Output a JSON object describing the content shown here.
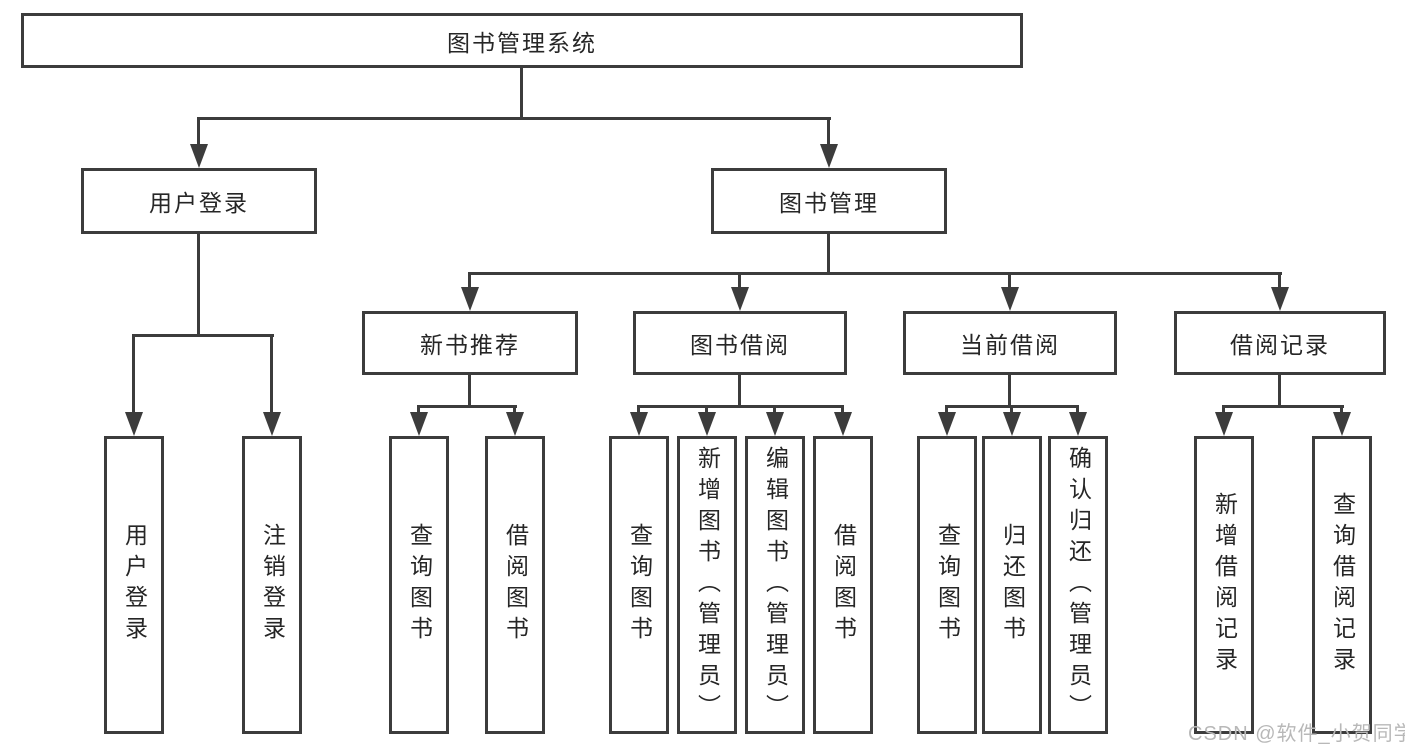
{
  "tree": {
    "root": "图书管理系统",
    "branches": [
      {
        "label": "用户登录",
        "leaves": [
          "用户登录",
          "注销登录"
        ]
      },
      {
        "label": "图书管理",
        "sections": [
          {
            "label": "新书推荐",
            "leaves": [
              "查询图书",
              "借阅图书"
            ]
          },
          {
            "label": "图书借阅",
            "leaves": [
              "查询图书",
              "新增图书（管理员）",
              "编辑图书（管理员）",
              "借阅图书"
            ]
          },
          {
            "label": "当前借阅",
            "leaves": [
              "查询图书",
              "归还图书",
              "确认归还（管理员）"
            ]
          },
          {
            "label": "借阅记录",
            "leaves": [
              "新增借阅记录",
              "查询借阅记录"
            ]
          }
        ]
      }
    ]
  },
  "watermark": "CSDN @软件_小贺同学",
  "colors": {
    "line": "#3c3c3c",
    "text": "#262626",
    "background": "#ffffff",
    "watermark": "#b8b8b8"
  }
}
